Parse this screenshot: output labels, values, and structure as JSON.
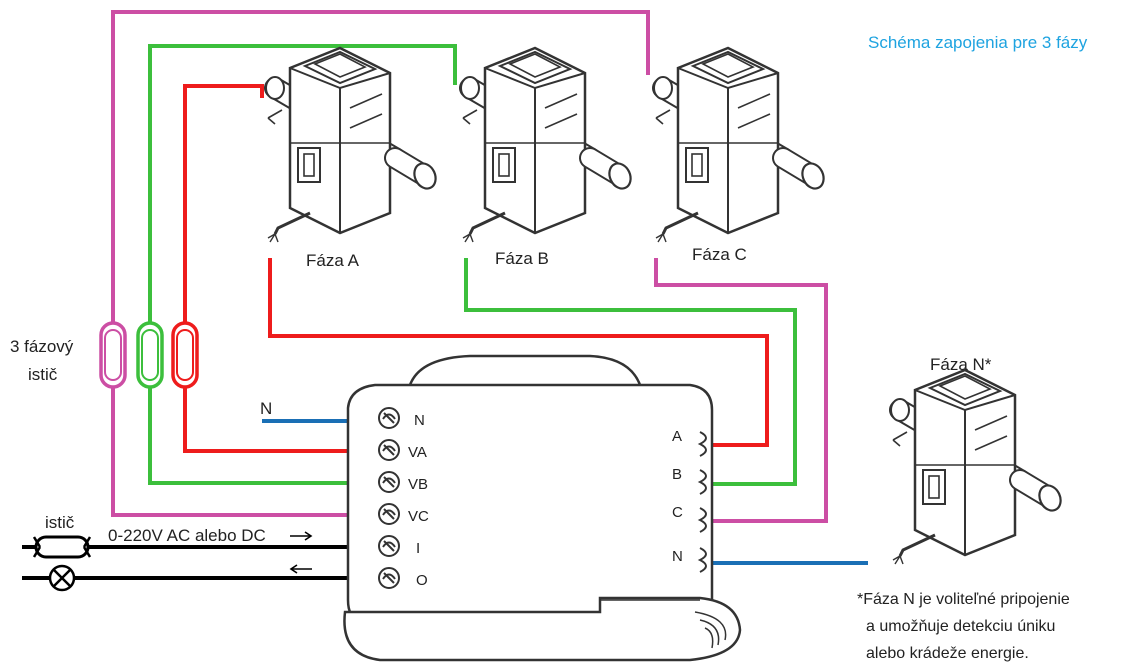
{
  "title": "Schéma zapojenia pre 3 fázy",
  "phases": {
    "a": "Fáza A",
    "b": "Fáza B",
    "c": "Fáza C",
    "n": "Fáza N*"
  },
  "breaker3": {
    "line1": "3 fázový",
    "line2": "istič"
  },
  "breaker1": "istič",
  "supply_label": "0-220V AC alebo DC",
  "wire_n_label": "N",
  "terminals_left": [
    "N",
    "VA",
    "VB",
    "VC",
    "I",
    "O"
  ],
  "terminals_right": [
    "A",
    "B",
    "C",
    "N"
  ],
  "note": {
    "line1": "*Fáza N je voliteľné pripojenie",
    "line2": "a umožňuje detekciu úniku",
    "line3": "alebo krádeže energie."
  },
  "colors": {
    "phase_a": "#ee1c1c",
    "phase_b": "#3cbf3c",
    "phase_c": "#cc4ea4",
    "neutral": "#1a6fb5",
    "ground": "#000000",
    "title": "#1ea3e0"
  }
}
